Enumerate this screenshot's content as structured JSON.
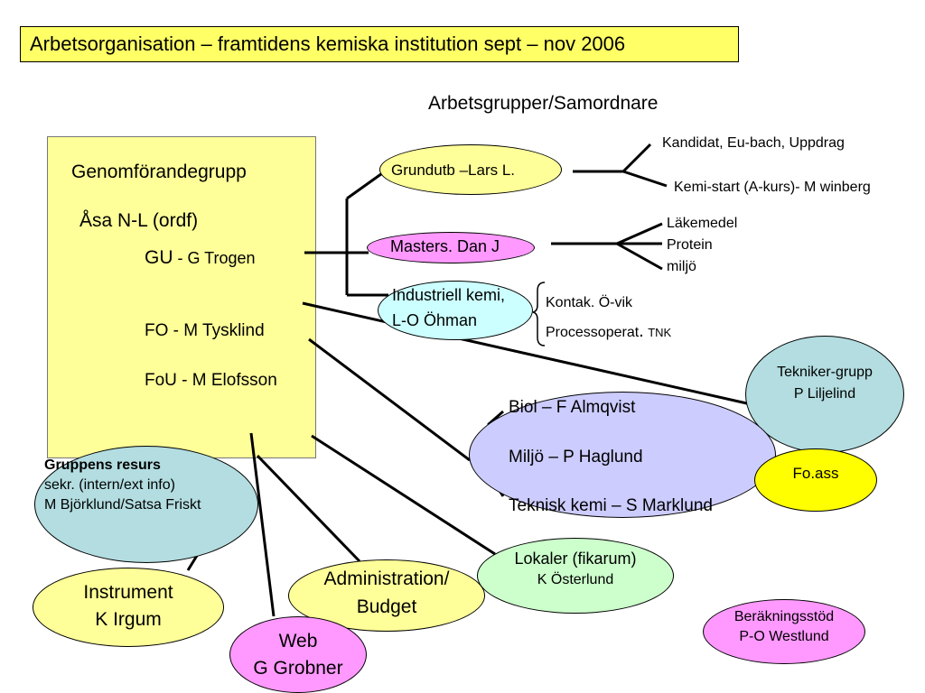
{
  "title": "Arbetsorganisation – framtidens kemiska institution sept – nov 2006",
  "subheading": "Arbetsgrupper/Samordnare",
  "box": {
    "heading": "Genomförandegrupp",
    "chair": "Åsa N-L (ordf)",
    "gu_label": "GU",
    "gu_name": " -  G Trogen",
    "fo": "FO   -  M Tysklind",
    "fou": "FoU -  M Elofsson"
  },
  "resources": {
    "heading": "Gruppens resurs",
    "line1": "sekr. (intern/ext info)",
    "line2": "M Björklund/Satsa Friskt"
  },
  "grundutb": {
    "label": "Grundutb –Lars L.",
    "branch1": "Kandidat, Eu-bach, Uppdrag",
    "branch2": "Kemi-start (A-kurs)- M winberg"
  },
  "masters": {
    "label": "Masters. Dan J",
    "items": [
      "Läkemedel",
      "Protein",
      "miljö"
    ]
  },
  "industriell": {
    "line1": "Industriell kemi,",
    "line2": "L-O Öhman",
    "item1": "Kontak. Ö-vik",
    "item2_main": "Processoperat",
    "item2_dot": ".",
    "item2_tag": "TNK"
  },
  "tekniker": {
    "line1": "Tekniker-grupp",
    "line2": "P Liljelind"
  },
  "research": {
    "items": [
      "Biol   – F Almqvist",
      "Miljö – P Haglund",
      "Teknisk kemi – S Marklund"
    ]
  },
  "foass": "Fo.ass",
  "lokaler": {
    "line1": "Lokaler (fikarum)",
    "line2": "K Österlund"
  },
  "berakning": {
    "line1": "Beräkningsstöd",
    "line2": "P-O Westlund"
  },
  "instrument": {
    "line1": "Instrument",
    "line2": "K Irgum"
  },
  "admin": {
    "line1": "Administration/",
    "line2": "Budget"
  },
  "web": {
    "line1": "Web",
    "line2": "G Grobner"
  },
  "colors": {
    "title_bg": "#ffff66",
    "box_bg": "#ffff99",
    "grundutb": "#ffff99",
    "masters": "#ff99ff",
    "industriell": "#ccffff",
    "tekniker": "#b3dde0",
    "research": "#ccccff",
    "foass": "#ffff00",
    "lokaler": "#ccffcc",
    "berakning": "#ff99ff",
    "instrument": "#ffff99",
    "admin": "#ffff99",
    "web": "#ff99ff",
    "resources": "#b3dde0"
  }
}
